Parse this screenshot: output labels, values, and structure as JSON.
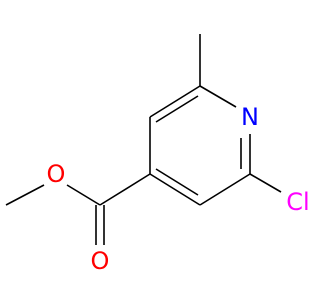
{
  "structure": {
    "atoms": [
      {
        "id": "N1",
        "label": "N",
        "color": "#0000ff"
      },
      {
        "id": "Cl1",
        "label": "Cl",
        "color": "#ff00ff"
      },
      {
        "id": "O1",
        "label": "O",
        "color": "#ff0000"
      },
      {
        "id": "O2",
        "label": "O",
        "color": "#ff0000"
      }
    ]
  }
}
